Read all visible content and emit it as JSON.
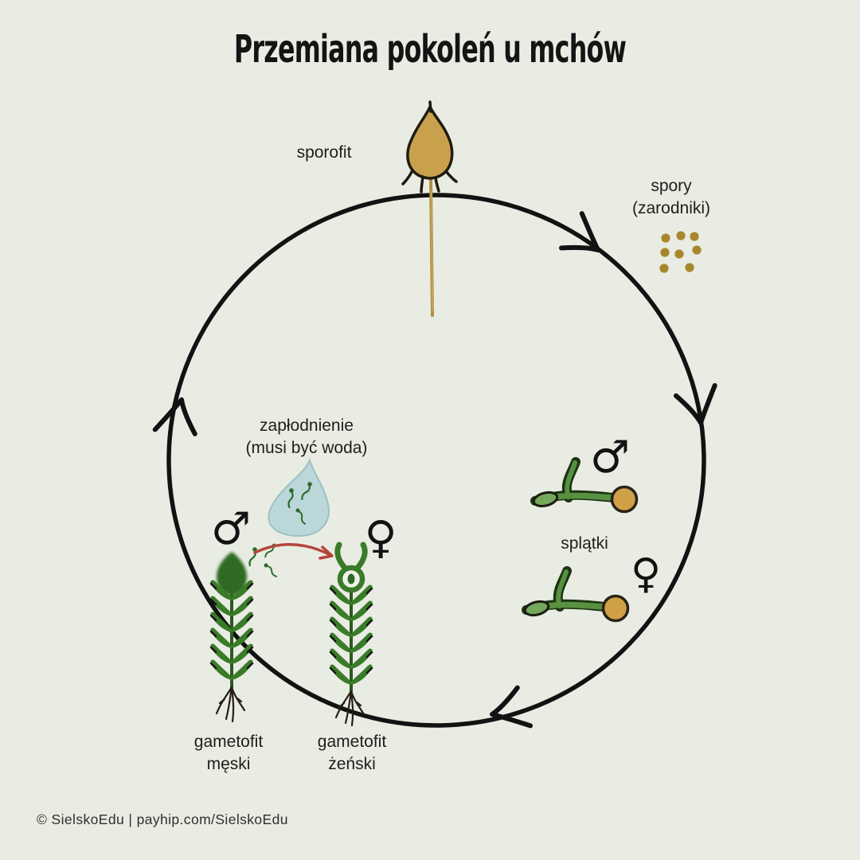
{
  "title": "Przemiana pokoleń u mchów",
  "symbols": {
    "male": "♂",
    "female": "♀"
  },
  "stages": {
    "sporophyte": {
      "label": "sporofit"
    },
    "spores": {
      "label_line1": "spory",
      "label_line2": "(zarodniki)"
    },
    "protonemata": {
      "label": "splątki"
    },
    "fertilization": {
      "label_line1": "zapłodnienie",
      "label_line2": "(musi być woda)"
    },
    "male_gametophyte": {
      "label_line1": "gametofit",
      "label_line2": "męski"
    },
    "female_gametophyte": {
      "label_line1": "gametofit",
      "label_line2": "żeński"
    }
  },
  "footer": {
    "credit": "© SielskoEdu | payhip.com/SielskoEdu"
  },
  "colors": {
    "background": "#e9ece2",
    "ink": "#121212",
    "label_text": "#1e1e1c",
    "spore_dot": "#a8872c",
    "capsule_fill": "#c9a14d",
    "capsule_outline": "#201c10",
    "seta": "#b08e45",
    "leaf_green": "#3a7b29",
    "dark_green": "#2e6b24",
    "proto_green": "#579141",
    "proto_ball": "#cfa045",
    "drop_fill": "#bcd7da",
    "sperm_green": "#2e6b2e",
    "arrow_red": "#b5453c"
  }
}
